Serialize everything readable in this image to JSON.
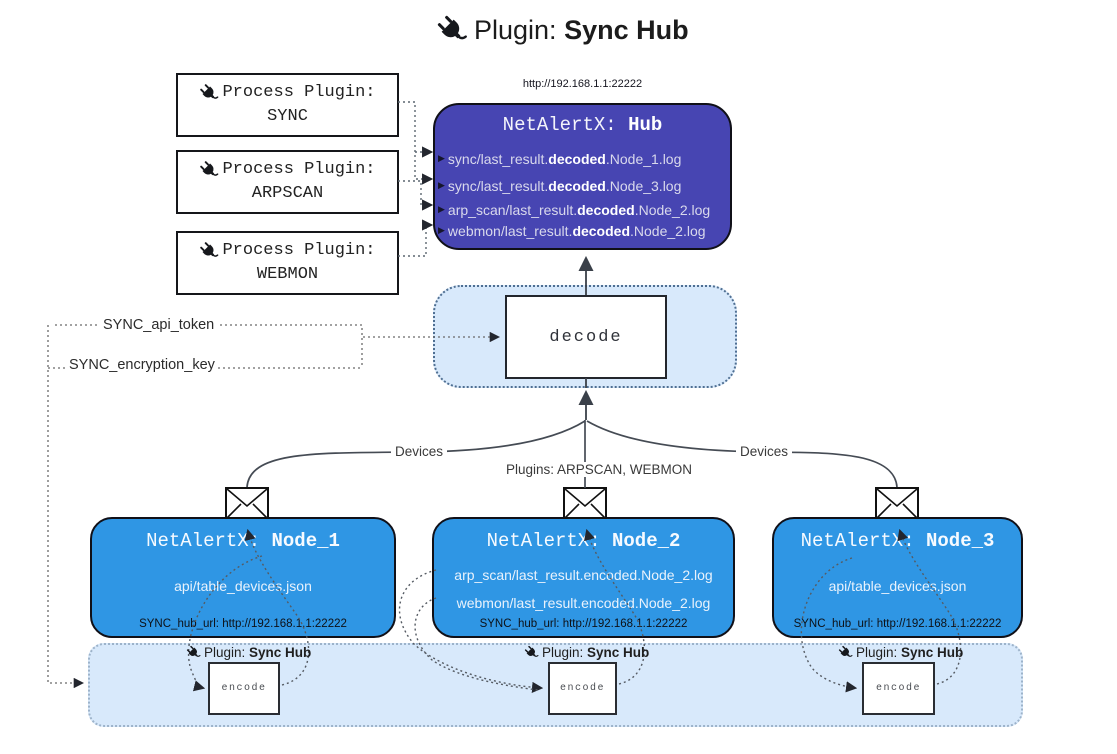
{
  "title": {
    "prefix": "Plugin: ",
    "name": "Sync Hub"
  },
  "icons": {
    "arrow_right": "▶"
  },
  "process_plugins": [
    {
      "line1": "Process Plugin:",
      "name": "SYNC"
    },
    {
      "line1": "Process Plugin:",
      "name": "ARPSCAN"
    },
    {
      "line1": "Process Plugin:",
      "name": "WEBMON"
    }
  ],
  "hub": {
    "url": "http://192.168.1.1:22222",
    "title_prefix": "NetAlertX: ",
    "title_name": "Hub",
    "entries": [
      {
        "pre": "sync/last_result.",
        "bold": "decoded",
        "post": ".Node_1.log"
      },
      {
        "pre": "sync/last_result.",
        "bold": "decoded",
        "post": ".Node_3.log"
      },
      {
        "pre": "arp_scan/last_result.",
        "bold": "decoded",
        "post": ".Node_2.log"
      },
      {
        "pre": "webmon/last_result.",
        "bold": "decoded",
        "post": ".Node_2.log"
      }
    ]
  },
  "decode": {
    "label": "decode"
  },
  "params": {
    "api_token": "SYNC_api_token",
    "encryption_key": "SYNC_encryption_key"
  },
  "edge_labels": {
    "devices_left": "Devices",
    "plugins_middle": "Plugins: ARPSCAN, WEBMON",
    "devices_right": "Devices"
  },
  "nodes": [
    {
      "title_prefix": "NetAlertX: ",
      "name": "Node_1",
      "files": [
        "api/table_devices.json"
      ],
      "hub_url": "SYNC_hub_url: http://192.168.1.1:22222"
    },
    {
      "title_prefix": "NetAlertX: ",
      "name": "Node_2",
      "files": [
        "arp_scan/last_result.encoded.Node_2.log",
        "webmon/last_result.encoded.Node_2.log"
      ],
      "hub_url": "SYNC_hub_url: http://192.168.1.1:22222"
    },
    {
      "title_prefix": "NetAlertX: ",
      "name": "Node_3",
      "files": [
        "api/table_devices.json"
      ],
      "hub_url": "SYNC_hub_url: http://192.168.1.1:22222"
    }
  ],
  "encoders": [
    {
      "label_prefix": "Plugin: ",
      "label_name": "Sync Hub",
      "box_label": "encode"
    },
    {
      "label_prefix": "Plugin: ",
      "label_name": "Sync Hub",
      "box_label": "encode"
    },
    {
      "label_prefix": "Plugin: ",
      "label_name": "Sync Hub",
      "box_label": "encode"
    }
  ],
  "colors": {
    "hub_fill": "#4745b2",
    "node_fill": "#2f96e4",
    "band_fill": "#d8e9fb",
    "band_border": "#4f6f92",
    "line": "#454b54"
  }
}
